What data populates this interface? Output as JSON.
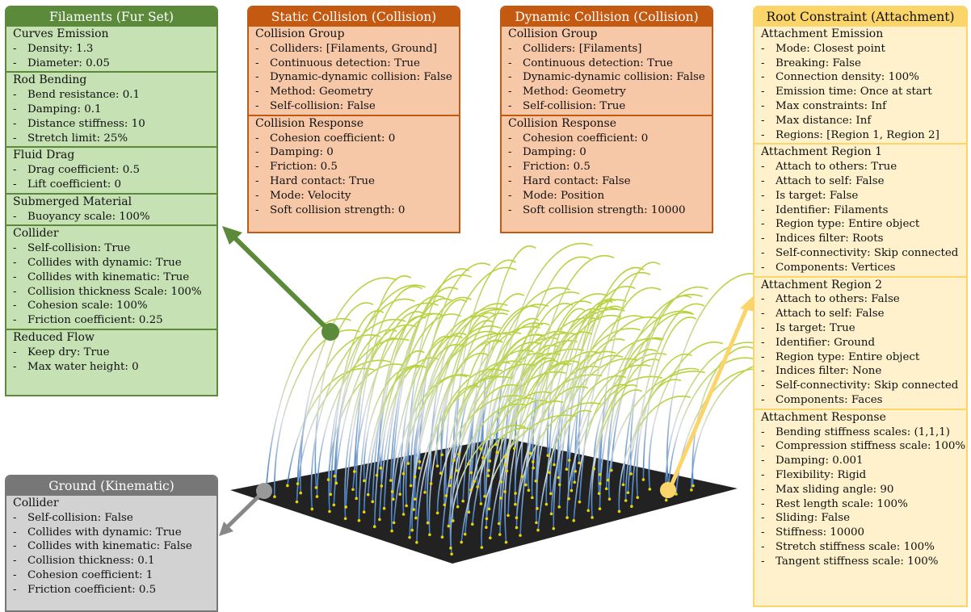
{
  "colors": {
    "fur_green": "#5b8a3a",
    "collision_orange": "#c45a12",
    "attachment_yellow": "#fcd56a",
    "kinematic_gray": "#777777",
    "ground": "#222222",
    "root_dots": "#e8d400",
    "strand_base": "#3a78c2",
    "strand_tip": "#b6d23a"
  },
  "panels": {
    "filaments": {
      "title": "Filaments (Fur Set)",
      "sections": [
        {
          "title": "Curves Emission",
          "items": [
            "Density: 1.3",
            "Diameter: 0.05"
          ]
        },
        {
          "title": "Rod Bending",
          "items": [
            "Bend resistance: 0.1",
            "Damping: 0.1",
            "Distance stiffness: 10",
            "Stretch limit: 25%"
          ]
        },
        {
          "title": "Fluid Drag",
          "items": [
            "Drag coefficient: 0.5",
            "Lift coefficient: 0"
          ]
        },
        {
          "title": "Submerged Material",
          "items": [
            "Buoyancy scale: 100%"
          ]
        },
        {
          "title": "Collider",
          "items": [
            "Self-collision: True",
            "Collides with dynamic: True",
            "Collides with kinematic: True",
            "Collision thickness Scale: 100%",
            "Cohesion scale: 100%",
            "Friction coefficient: 0.25"
          ]
        },
        {
          "title": "Reduced Flow",
          "items": [
            "Keep dry: True",
            "Max water height: 0"
          ]
        }
      ]
    },
    "static_collision": {
      "title": "Static Collision (Collision)",
      "sections": [
        {
          "title": "Collision Group",
          "items": [
            "Colliders: [Filaments, Ground]",
            "Continuous detection: True",
            "Dynamic-dynamic collision: False",
            "Method: Geometry",
            "Self-collision: False"
          ]
        },
        {
          "title": "Collision Response",
          "items": [
            "Cohesion coefficient: 0",
            "Damping: 0",
            "Friction: 0.5",
            "Hard contact: True",
            "Mode: Velocity",
            "Soft collision strength: 0"
          ]
        }
      ]
    },
    "dynamic_collision": {
      "title": "Dynamic Collision (Collision)",
      "sections": [
        {
          "title": "Collision Group",
          "items": [
            "Colliders: [Filaments]",
            "Continuous detection: True",
            "Dynamic-dynamic collision: False",
            "Method: Geometry",
            "Self-collision: True"
          ]
        },
        {
          "title": "Collision Response",
          "items": [
            "Cohesion coefficient: 0",
            "Damping: 0",
            "Friction: 0.5",
            "Hard contact: False",
            "Mode: Position",
            "Soft collision strength: 10000"
          ]
        }
      ]
    },
    "root_constraint": {
      "title": "Root Constraint (Attachment)",
      "sections": [
        {
          "title": "Attachment Emission",
          "items": [
            "Mode: Closest point",
            "Breaking: False",
            "Connection density: 100%",
            "Emission time: Once at start",
            "Max constraints: Inf",
            "Max distance: Inf",
            "Regions: [Region 1, Region 2]"
          ]
        },
        {
          "title": "Attachment Region 1",
          "items": [
            "Attach to others: True",
            "Attach to self: False",
            "Is target: False",
            "Identifier: Filaments",
            "Region type: Entire object",
            "Indices filter: Roots",
            "Self-connectivity: Skip connected",
            "Components: Vertices"
          ]
        },
        {
          "title": "Attachment Region 2",
          "items": [
            "Attach to others: False",
            "Attach to self: False",
            "Is target: True",
            "Identifier: Ground",
            "Region type: Entire object",
            "Indices filter: None",
            "Self-connectivity: Skip connected",
            "Components: Faces"
          ]
        },
        {
          "title": "Attachment Response",
          "items": [
            "Bending stiffness scales: (1,1,1)",
            "Compression stiffness scale: 100%",
            "Damping: 0.001",
            "Flexibility: Rigid",
            "Max sliding angle: 90",
            "Rest length scale: 100%",
            "Sliding: False",
            "Stiffness: 10000",
            "Stretch stiffness scale: 100%",
            "Tangent stiffness scale: 100%"
          ]
        }
      ]
    },
    "ground": {
      "title": "Ground (Kinematic)",
      "sections": [
        {
          "title": "Collider",
          "items": [
            "Self-collision: False",
            "Collides with dynamic: True",
            "Collides with kinematic: False",
            "Collision thickness: 0.1",
            "Cohesion coefficient: 1",
            "Friction coefficient: 0.5"
          ]
        }
      ]
    }
  }
}
